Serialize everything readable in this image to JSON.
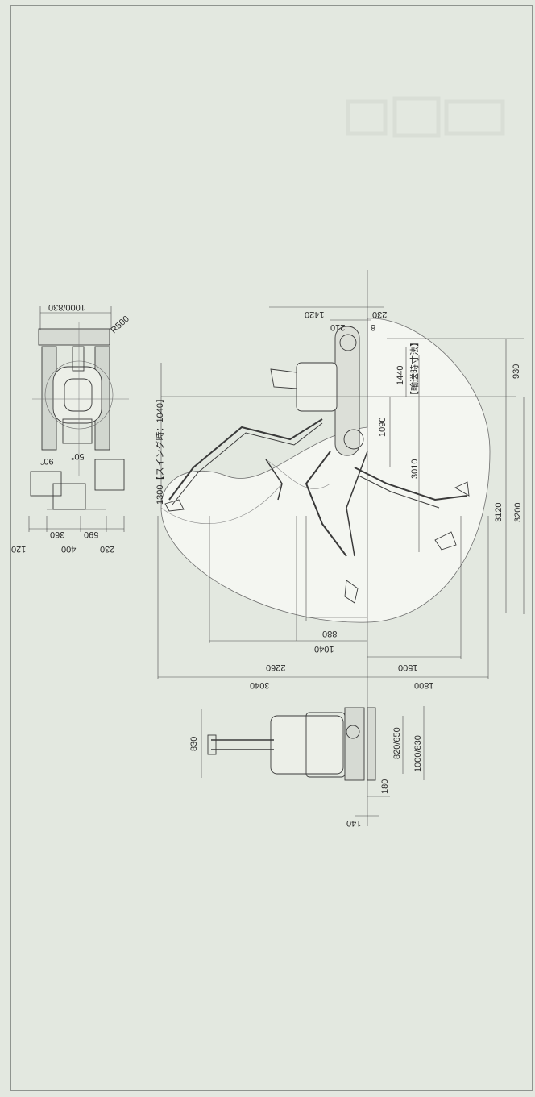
{
  "colors": {
    "background": "#e3e8e0",
    "line": "#3a3a3a",
    "swing_area": "#f4f6f1",
    "frame": "#8f948f"
  },
  "front_view": {
    "track_width": "1000/830",
    "radius": "R500",
    "angle_90": "90°",
    "angle_50": "50°",
    "dim_120": "120",
    "dim_360": "360",
    "dim_590": "590",
    "dim_400": "400",
    "dim_230": "230"
  },
  "side_view": {
    "boom_height_1420": "1420",
    "dim_230": "230",
    "dim_210": "210",
    "dim_8": "8",
    "height_930": "930",
    "height_1440": "1440",
    "transport_label": "【輸送時寸法】",
    "height_1090": "1090",
    "height_3010": "3010",
    "height_3120": "3120",
    "height_3200": "3200",
    "swing_label": "1300【スイング時：1040】",
    "reach_880": "880",
    "reach_1040": "1040",
    "reach_2260": "2260",
    "reach_3040": "3040",
    "reach_1500": "1500",
    "reach_1800": "1800"
  },
  "top_view": {
    "width_830": "830",
    "width_820_650": "820/650",
    "width_1000_830": "1000/830",
    "dim_180": "180",
    "dim_140": "140"
  }
}
